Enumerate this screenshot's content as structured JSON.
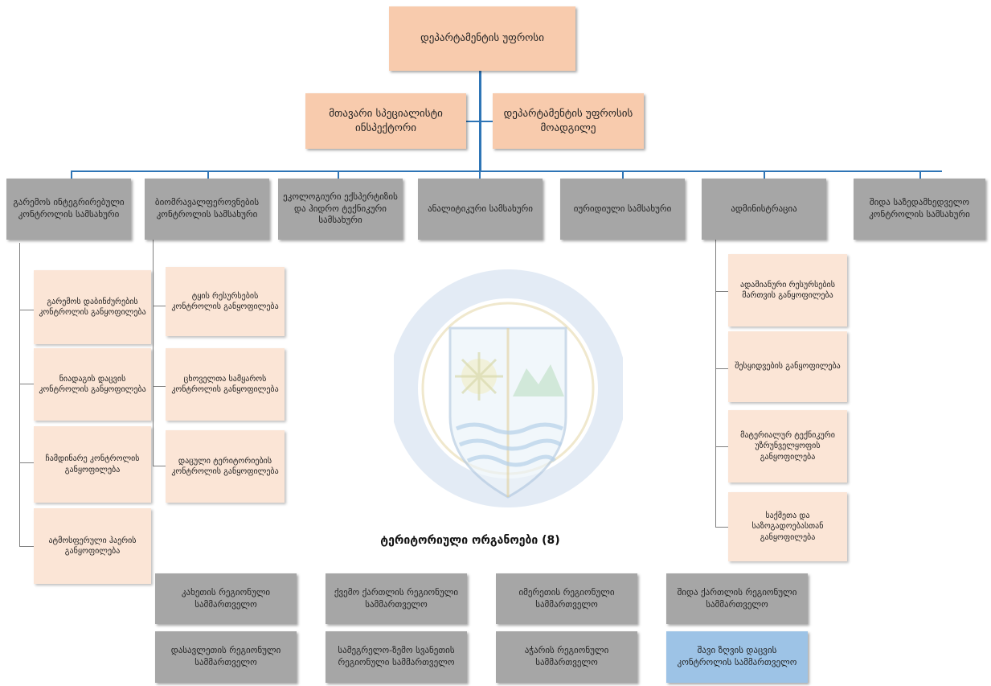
{
  "head": "დეპარტამენტის უფროსი",
  "advisors": [
    "მთავარი სპეციალისტი ინსპექტორი",
    "დეპარტამენტის უფროსის მოადგილე"
  ],
  "services": [
    "გარემოს ინტეგრირებული კონტროლის სამსახური",
    "ბიომრავალფეროვნების კონტროლის სამსახური",
    "ეკოლოგიური ექსპერტიზის და ჰიდრო ტექნიკური სამსახური",
    "ანალიტიკური სამსახური",
    "იურიდიული სამსახური",
    "ადმინისტრაცია",
    "შიდა საზედამხედველო კონტროლის სამსახური"
  ],
  "units_col1": [
    "გარემოს დაბინძურების კონტროლის განყოფილება",
    "ნიადაგის დაცვის კონტროლის განყოფილება",
    "ჩამდინარე კონტროლის განყოფილება",
    "ატმოსფერული ჰაერის განყოფილება"
  ],
  "units_col2": [
    "ტყის რესურსების კონტროლის განყოფილება",
    "ცხოველთა სამყაროს კონტროლის განყოფილება",
    "დაცული ტერიტორიების კონტროლის განყოფილება"
  ],
  "units_admin": [
    "ადამიანური რესურსების მართვის განყოფილება",
    "შესყიდვების განყოფილება",
    "მატერიალურ ტექნიკური უზრუნველყოფის განყოფილება",
    "საქმეთა და საზოგადოებასთან განყოფილება"
  ],
  "regional_title": "ტერიტორიული ორგანოები (8)",
  "regional": [
    "კახეთის რეგიონული სამმართველო",
    "ქვემო ქართლის რეგიონული სამმართველო",
    "იმერეთის რეგიონული სამმართველო",
    "შიდა ქართლის რეგიონული სამმართველო",
    "დასავლეთის რეგიონული სამმართველო",
    "სამეგრელო-ზემო სვანეთის რეგიონული სამმართველო",
    "აჭარის რეგიონული სამმართველო",
    "შავი ზღვის დაცვის კონტროლის სამმართველო"
  ],
  "colors": {
    "connector": "#2e75b6",
    "peach": "#f8cbad",
    "light_peach": "#fbe5d6",
    "grey": "#a6a6a6",
    "blue": "#9dc3e6"
  },
  "watermark_icon": "emblem-seal-icon"
}
